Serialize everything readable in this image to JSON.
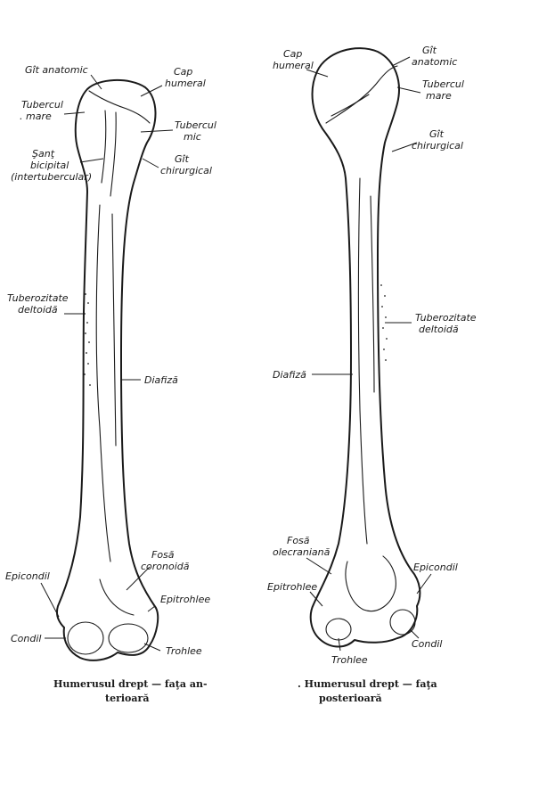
{
  "anterior": {
    "labels": {
      "git_anatomic": "Gît anatomic",
      "cap_humeral_1": "Cap",
      "cap_humeral_2": "humeral",
      "tubercul_mare_1": "Tubercul",
      "tubercul_mare_2": ". mare",
      "tubercul_mic_1": "Tubercul",
      "tubercul_mic_2": "mic",
      "sant_1": "Şanţ",
      "sant_2": "bicipital",
      "sant_3": "(intertubercular)",
      "git_chirurgical_1": "Gît",
      "git_chirurgical_2": "chirurgical",
      "tuberozitate_1": "Tuberozitate",
      "tuberozitate_2": "deltoidă",
      "diafiza": "Diafiză",
      "fosa_coronoida_1": "Fosă",
      "fosa_coronoida_2": "coronoidă",
      "epicondil": "Epicondil",
      "epitrohlee": "Epitrohlee",
      "condil": "Condil",
      "trohlee": "Trohlee"
    },
    "caption_1": "Humerusul drept — faţa an-",
    "caption_2": "terioară"
  },
  "posterior": {
    "labels": {
      "cap_humeral_1": "Cap",
      "cap_humeral_2": "humeral",
      "git_anatomic_1": "Gît",
      "git_anatomic_2": "anatomic",
      "tubercul_mare_1": "Tubercul",
      "tubercul_mare_2": "mare",
      "git_chirurgical_1": "Gît",
      "git_chirurgical_2": "chirurgical",
      "tuberozitate_1": "Tuberozitate",
      "tuberozitate_2": "deltoidă",
      "diafiza": "Diafiză",
      "fosa_olecraniana_1": "Fosă",
      "fosa_olecraniana_2": "olecraniană",
      "epicondil": "Epicondil",
      "epitrohlee": "Epitrohlee",
      "condil": "Condil",
      "trohlee": "Trohlee"
    },
    "caption_1": ". Humerusul drept — faţa",
    "caption_2": "posterioară"
  }
}
